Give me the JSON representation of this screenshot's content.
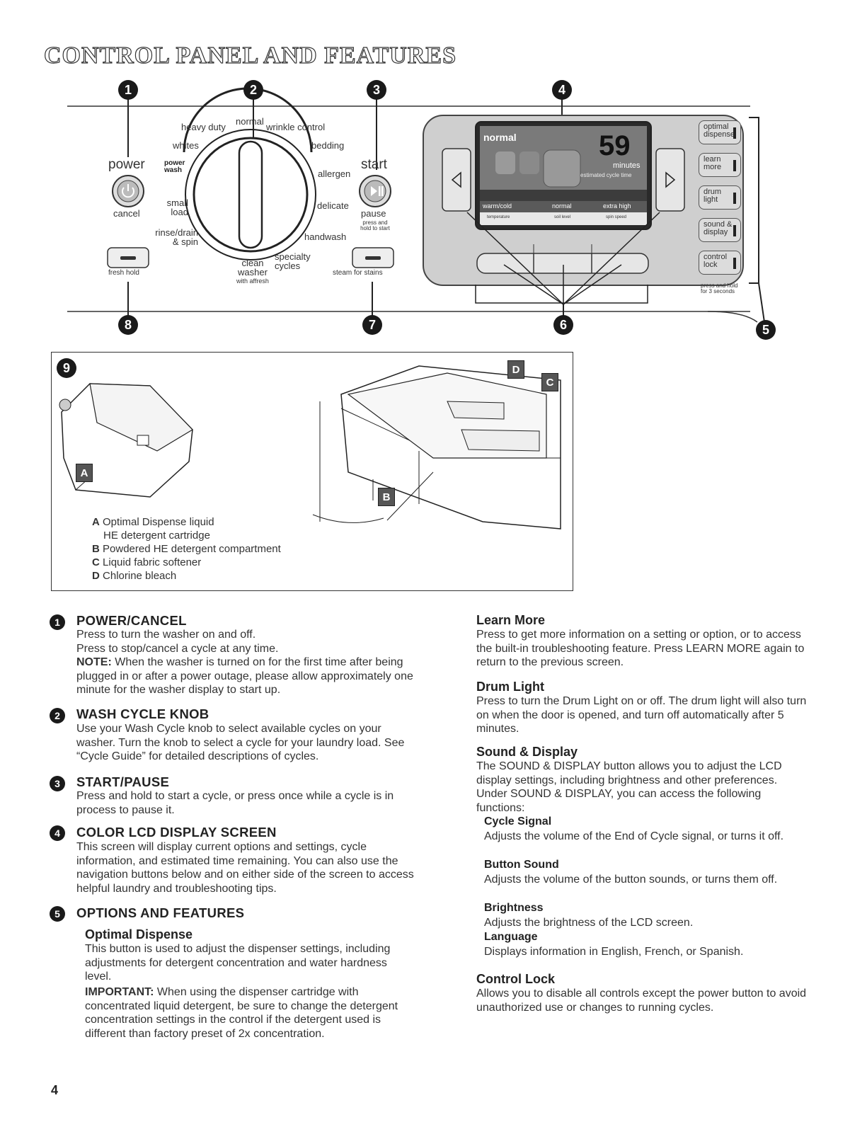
{
  "title": "CONTROL PANEL AND FEATURES",
  "page_number": "4",
  "callout_numbers": [
    "1",
    "2",
    "3",
    "4",
    "5",
    "6",
    "7",
    "8",
    "9"
  ],
  "panel": {
    "power_label": "power",
    "cancel_label": "cancel",
    "fresh_hold_label": "fresh hold",
    "knob_cycles": {
      "heavy_duty": "heavy duty",
      "normal": "normal",
      "wrinkle_control": "wrinkle control",
      "whites": "whites",
      "bedding": "bedding",
      "power_wash": "power wash",
      "allergen": "allergen",
      "small_load": "small load",
      "delicate": "delicate",
      "rinse_drain_spin": "rinse/drain & spin",
      "handwash": "handwash",
      "clean_washer": "clean washer",
      "with_affresh": "with affresh",
      "specialty_cycles": "specialty cycles"
    },
    "start_label": "start",
    "pause_label": "pause",
    "press_hold_start": "press and hold to start",
    "steam_for_stains": "steam for stains",
    "lcd": {
      "cycle_name": "normal",
      "minutes_value": "59",
      "minutes_label": "minutes",
      "estimated_label": "estimated cycle time",
      "option_values": [
        "warm/cold",
        "normal",
        "extra high"
      ],
      "option_labels": [
        "temperature",
        "soil level",
        "spin speed"
      ]
    },
    "side_buttons": [
      "optimal dispense",
      "learn more",
      "drum light",
      "sound & display",
      "control lock"
    ],
    "press_hold_3s": "press and hold for 3 seconds"
  },
  "dispenser": {
    "letters": [
      "A",
      "B",
      "C",
      "D"
    ],
    "legend": [
      {
        "letter": "A",
        "text": "Optimal Dispense liquid"
      },
      {
        "letter": "",
        "text": "HE detergent cartridge"
      },
      {
        "letter": "B",
        "text": "Powdered HE detergent compartment"
      },
      {
        "letter": "C",
        "text": "Liquid fabric softener"
      },
      {
        "letter": "D",
        "text": "Chlorine bleach"
      }
    ]
  },
  "left_column": {
    "s1_head": "POWER/CANCEL",
    "s1_l1": "Press to turn the washer on and off.",
    "s1_l2": "Press to stop/cancel a cycle at any time.",
    "s1_note_label": "NOTE:",
    "s1_note": " When the washer is turned on for the first time after being plugged in or after a power outage, please allow approximately one minute for the washer display to start up.",
    "s2_head": "WASH CYCLE KNOB",
    "s2_body": "Use your Wash Cycle knob to select available cycles on your washer. Turn the knob to select a cycle for your laundry load. See “Cycle Guide” for detailed descriptions of cycles.",
    "s3_head": "START/PAUSE",
    "s3_body": "Press and hold to start a cycle, or press once while a cycle is in process to pause it.",
    "s4_head": "COLOR LCD DISPLAY SCREEN",
    "s4_body": "This screen will display current options and settings, cycle information, and estimated time remaining. You can also use the navigation buttons below and on either side of the screen to access helpful laundry and troubleshooting tips.",
    "s5_head": "OPTIONS AND FEATURES",
    "s5_sub": "Optimal Dispense",
    "s5_body": "This button is used to adjust the dispenser settings, including adjustments for detergent concentration and water hardness level.",
    "s5_imp_label": "IMPORTANT:",
    "s5_imp": " When using the dispenser cartridge with concentrated liquid detergent, be sure to change the detergent concentration settings in the control if the detergent used is different than factory preset of 2x concentration."
  },
  "right_column": {
    "learn_head": "Learn More",
    "learn_body": "Press to get more information on a setting or option, or to access the built-in troubleshooting feature. Press LEARN MORE again to return to the previous screen.",
    "drum_head": "Drum Light",
    "drum_body": "Press to turn the Drum Light on or off. The drum light will also turn on when the door is opened, and turn off automatically after 5 minutes.",
    "sound_head": "Sound & Display",
    "sound_body": "The SOUND & DISPLAY button allows you to adjust the LCD display settings, including brightness and other preferences. Under SOUND & DISPLAY, you can access the following functions:",
    "cycle_signal_head": "Cycle Signal",
    "cycle_signal_body": "Adjusts the volume of the End of Cycle signal, or turns it off.",
    "button_sound_head": "Button Sound",
    "button_sound_body": "Adjusts the volume of the button sounds, or turns them off.",
    "brightness_head": "Brightness",
    "brightness_body": "Adjusts the brightness of the LCD screen.",
    "language_head": "Language",
    "language_body": "Displays information in English, French, or Spanish.",
    "lock_head": "Control Lock",
    "lock_body": "Allows you to disable all controls except the power button to avoid unauthorized use or changes to running cycles."
  }
}
